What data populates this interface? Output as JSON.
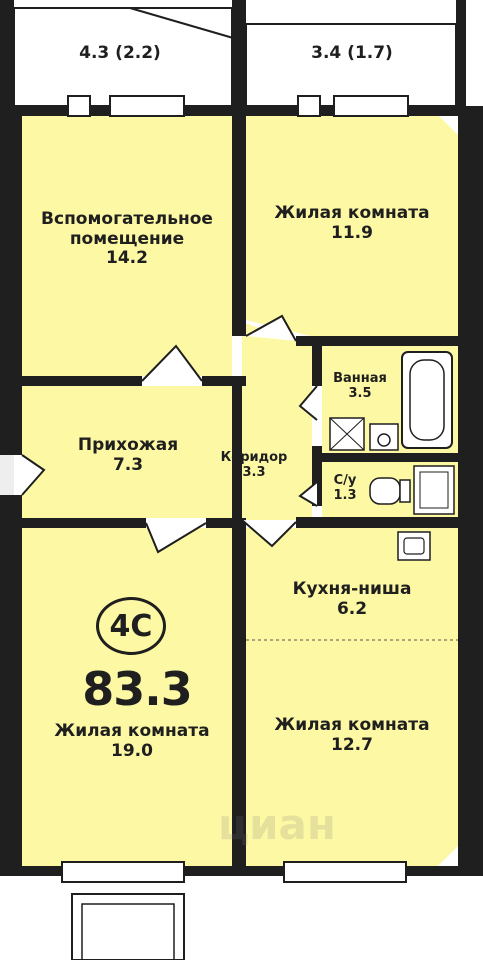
{
  "apartment": {
    "type_badge": "4С",
    "total_area": "83.3"
  },
  "balconies": [
    {
      "id": "left",
      "area": "4.3 (2.2)"
    },
    {
      "id": "right",
      "area": "3.4 (1.7)"
    }
  ],
  "rooms": {
    "auxiliary": {
      "name_line1": "Вспомогательное",
      "name_line2": "помещение",
      "area": "14.2"
    },
    "living_top": {
      "name": "Жилая комната",
      "area": "11.9"
    },
    "bathroom": {
      "name": "Ванная",
      "area": "3.5"
    },
    "hallway": {
      "name": "Прихожая",
      "area": "7.3"
    },
    "corridor": {
      "name": "Коридор",
      "area": "3.3"
    },
    "wc": {
      "name": "С/у",
      "area": "1.3"
    },
    "kitchen": {
      "name": "Кухня-ниша",
      "area": "6.2"
    },
    "living_bottom_left": {
      "name": "Жилая комната",
      "area": "19.0"
    },
    "living_bottom_right": {
      "name": "Жилая комната",
      "area": "12.7"
    }
  },
  "watermark": "циан",
  "colors": {
    "room_fill": "#fdf8a4",
    "wall": "#1f1f1f",
    "floor_neutral": "#ffffff"
  }
}
